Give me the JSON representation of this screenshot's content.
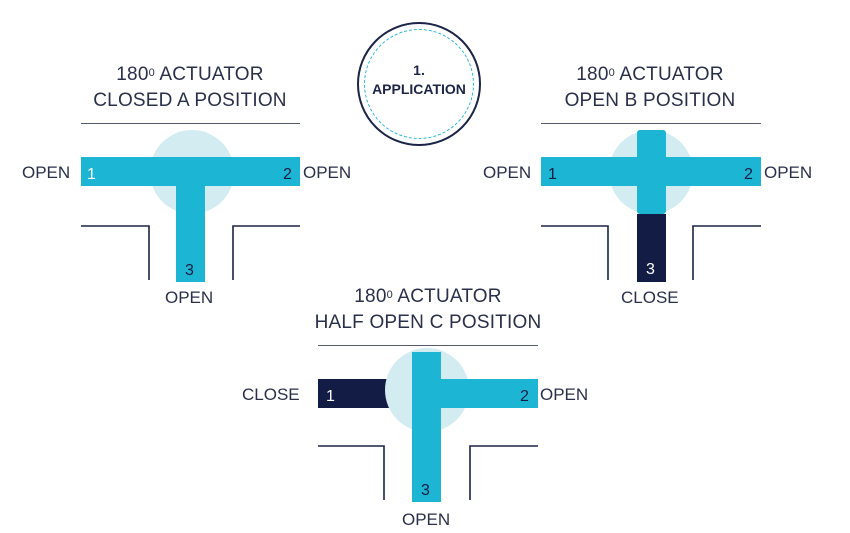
{
  "badge": {
    "number": "1.",
    "label": "APPLICATION"
  },
  "colors": {
    "open": "#1cb5d3",
    "closed": "#131c44",
    "ball": "#d3ecf2",
    "pipe": "#1c2447"
  },
  "diagrams": [
    {
      "id": "a",
      "title_prefix": "180",
      "title_deg": "0",
      "title_line1_suffix": " ACTUATOR",
      "title_line2": "CLOSED A POSITION",
      "port1": {
        "num": "1",
        "label": "OPEN"
      },
      "port2": {
        "num": "2",
        "label": "OPEN"
      },
      "port3": {
        "num": "3",
        "label": "OPEN"
      }
    },
    {
      "id": "b",
      "title_prefix": "180",
      "title_deg": "0",
      "title_line1_suffix": " ACTUATOR",
      "title_line2": "OPEN B POSITION",
      "port1": {
        "num": "1",
        "label": "OPEN"
      },
      "port2": {
        "num": "2",
        "label": "OPEN"
      },
      "port3": {
        "num": "3",
        "label": "CLOSE"
      }
    },
    {
      "id": "c",
      "title_prefix": "180",
      "title_deg": "0",
      "title_line1_suffix": "  ACTUATOR",
      "title_line2": "HALF OPEN C POSITION",
      "port1": {
        "num": "1",
        "label": "CLOSE"
      },
      "port2": {
        "num": "2",
        "label": "OPEN"
      },
      "port3": {
        "num": "3",
        "label": "OPEN"
      }
    }
  ]
}
